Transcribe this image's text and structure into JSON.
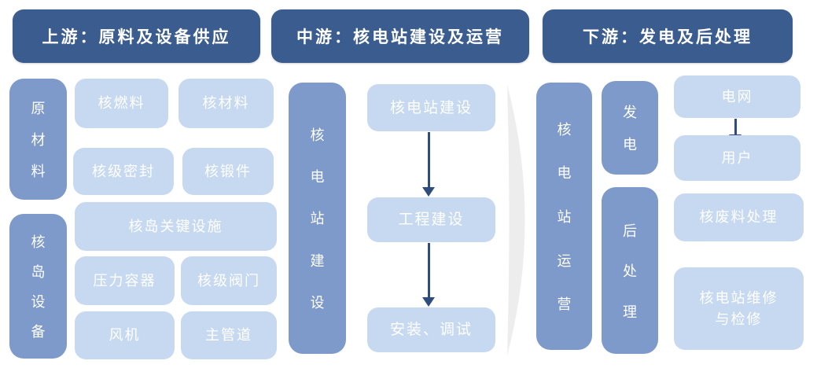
{
  "palette": {
    "header_bg": "#3b5c8e",
    "bar_bg": "#7d9aca",
    "box_bg": "#c6d9f0",
    "arrow": "#2e4d7e",
    "chevron": "#ededed",
    "text": "#ffffff"
  },
  "headers": {
    "upstream": "上游：原料及设备供应",
    "midstream": "中游：核电站建设及运营",
    "downstream": "下游：发电及后处理"
  },
  "upstream": {
    "raw_materials_bar": "原材料",
    "nuclear_island_bar": "核岛设备",
    "boxes": {
      "fuel": "核燃料",
      "material": "核材料",
      "seal": "核级密封",
      "forging": "核锻件",
      "key_facilities": "核岛关键设施",
      "pressure_vessel": "压力容器",
      "valves": "核级阀门",
      "fan": "风机",
      "main_pipeline": "主管道"
    }
  },
  "midstream": {
    "construction_bar": "核电站建设",
    "flow": {
      "step1": "核电站建设",
      "step2": "工程建设",
      "step3": "安装、调试"
    }
  },
  "downstream": {
    "operation_bar": "核电站运营",
    "generation_bar": "发电",
    "postprocessing_bar": "后处理",
    "boxes": {
      "grid": "电网",
      "users": "用户",
      "waste": "核废料处理",
      "maintenance_line1": "核电站维修",
      "maintenance_line2": "与检修"
    }
  }
}
